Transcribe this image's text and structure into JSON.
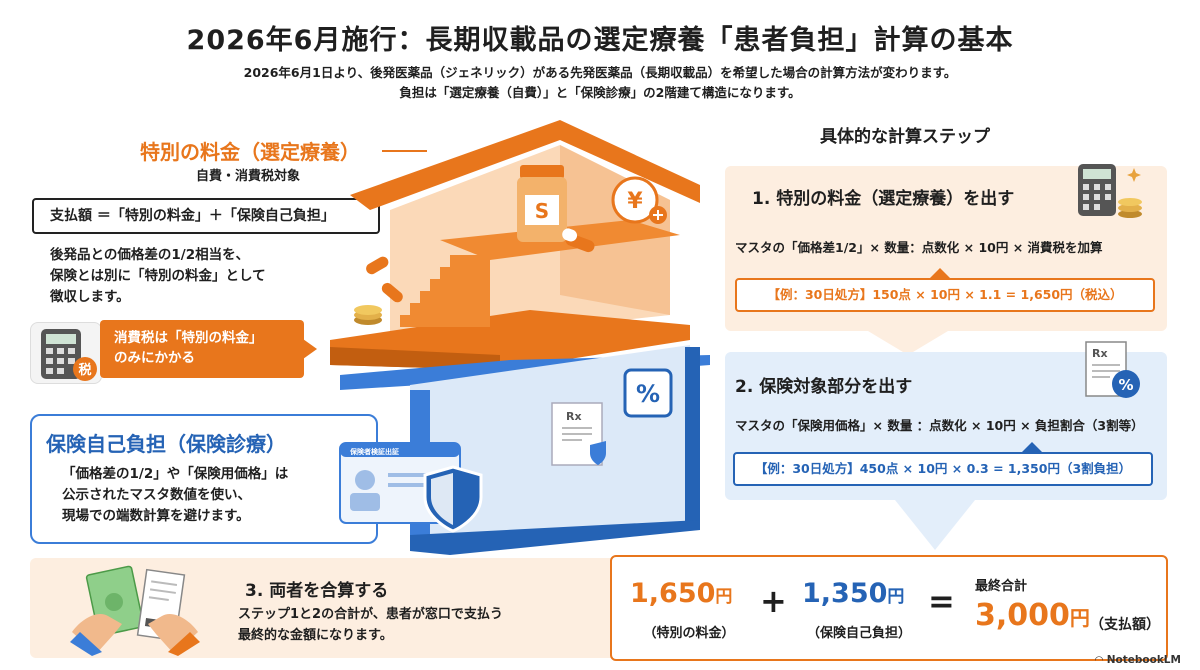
{
  "header": {
    "title": "2026年6月施行：長期収載品の選定療養「患者負担」計算の基本",
    "subtitle_1": "2026年6月1日より、後発医薬品（ジェネリック）がある先発医薬品（長期収載品）を希望した場合の計算方法が変わります。",
    "subtitle_2": "負担は「選定療養（自費）」と「保険診療」の2階建て構造になります。"
  },
  "left": {
    "tokubetsu_heading": "特別の料金（選定療養）",
    "tokubetsu_sub": "自費・消費税対象",
    "formula": "支払額 ＝「特別の料金」＋「保険自己負担」",
    "tokubetsu_desc_1": "後発品との価格差の1/2相当を、",
    "tokubetsu_desc_2": "保険とは別に「特別の料金」として",
    "tokubetsu_desc_3": "徴収します。",
    "tax_note_1": "消費税は「特別の料金」",
    "tax_note_2": "のみにかかる",
    "tax_badge": "税",
    "hoken_heading": "保険自己負担（保険診療）",
    "hoken_desc_1": "「価格差の1/2」や「保険用価格」は",
    "hoken_desc_2": "公示されたマスタ数値を使い、",
    "hoken_desc_3": "現場での端数計算を避けます。"
  },
  "house": {
    "yen_symbol": "¥",
    "percent_symbol": "%",
    "rx_symbol": "Rx",
    "card_title": "保険者検証出証",
    "pill_letter": "S"
  },
  "steps": {
    "title": "具体的な計算ステップ",
    "step1": {
      "title": "1. 特別の料金（選定療養）を出す",
      "formula": "マスタの「価格差1/2」× 数量：点数化 × 10円 × 消費税を加算",
      "example": "【例：30日処方】150点 × 10円 × 1.1 = 1,650円（税込）"
    },
    "step2": {
      "title": "2. 保険対象部分を出す",
      "formula": "マスタの「保険用価格」× 数量 ：点数化 × 10円 × 負担割合（3割等）",
      "example": "【例：30日処方】450点 × 10円 × 0.3 = 1,350円（3割負担）"
    },
    "step3": {
      "title": "3. 両者を合算する",
      "desc_1": "ステップ1と2の合計が、患者が窓口で支払う",
      "desc_2": "最終的な金額になります。"
    }
  },
  "result": {
    "amount1": "1,650",
    "amount1_unit": "円",
    "amount1_label": "（特別の料金）",
    "plus": "+",
    "amount2": "1,350",
    "amount2_unit": "円",
    "amount2_label": "（保険自己負担）",
    "equals": "=",
    "final_label": "最終合計",
    "final_amount": "3,000",
    "final_unit": "円",
    "final_note": "（支払額）"
  },
  "footer": {
    "brand": "NotebookLM"
  },
  "colors": {
    "orange": "#e8761c",
    "blue": "#2563b5",
    "light_orange": "#fdeee0",
    "light_blue": "#e3eefa"
  }
}
